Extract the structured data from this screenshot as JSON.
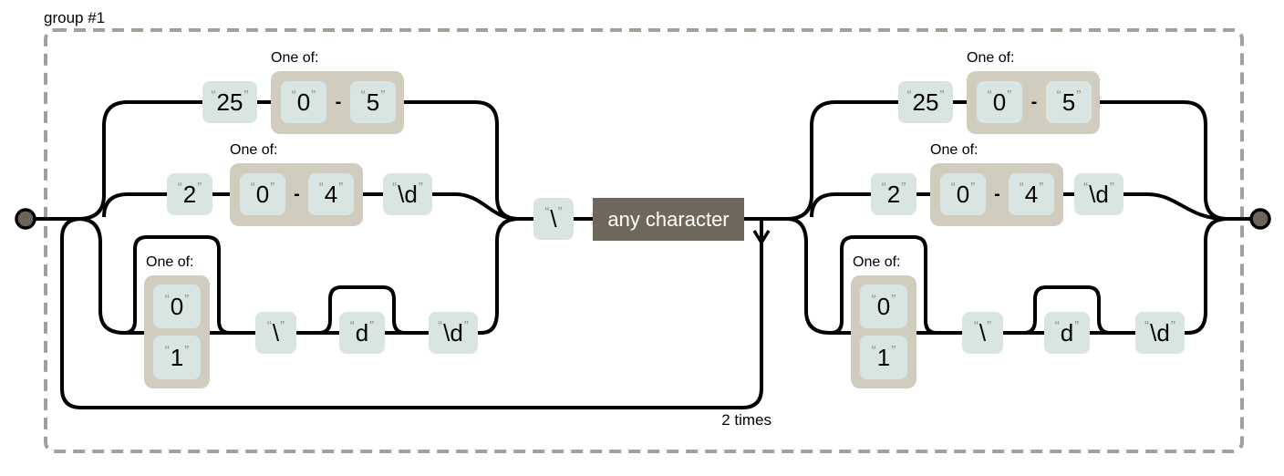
{
  "ui": {
    "group_label": "group #1",
    "repeat_label": "2 times",
    "one_of_label": "One of:",
    "any_char_label": "any character",
    "range_dash": "-",
    "open_quote": "“",
    "close_quote": "”"
  },
  "colors": {
    "literal_box": "#d9e5e2",
    "one_of_box": "#d1cdbe",
    "any_char_box": "#6e675c",
    "terminal_fill": "#6b6457",
    "line": "#000000",
    "group_border": "#a3a099",
    "quote": "#8a908d"
  },
  "left": {
    "branch1": {
      "lit": "25",
      "range_from": "0",
      "range_to": "5"
    },
    "branch2": {
      "lit": "2",
      "range_from": "0",
      "range_to": "4",
      "digit": "\\d"
    },
    "branch3": {
      "options": [
        "0",
        "1"
      ],
      "backslash": "\\",
      "d": "d",
      "digit": "\\d"
    }
  },
  "middle": {
    "backslash": "\\"
  },
  "right": {
    "branch1": {
      "lit": "25",
      "range_from": "0",
      "range_to": "5"
    },
    "branch2": {
      "lit": "2",
      "range_from": "0",
      "range_to": "4",
      "digit": "\\d"
    },
    "branch3": {
      "options": [
        "0",
        "1"
      ],
      "backslash": "\\",
      "d": "d",
      "digit": "\\d"
    }
  }
}
